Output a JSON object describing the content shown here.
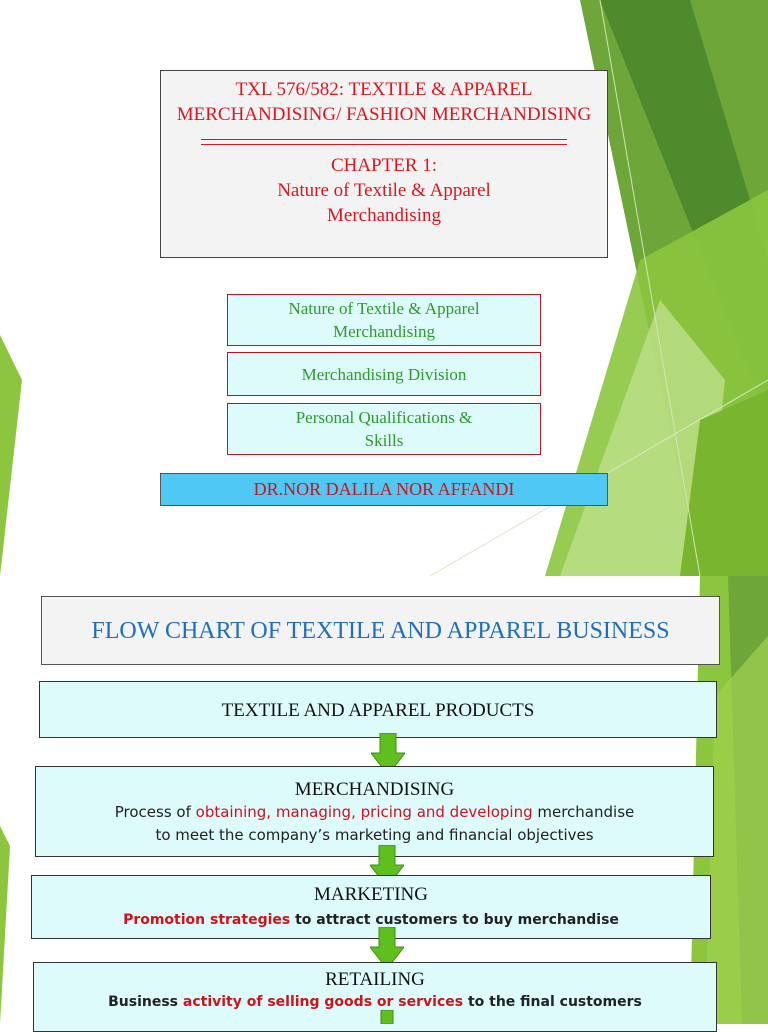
{
  "slide1": {
    "course_title": "TXL 576/582: TEXTILE & APPAREL MERCHANDISING/ FASHION MERCHANDISING",
    "chapter_label": "CHAPTER 1:",
    "chapter_title": "Nature of Textile & Apparel Merchandising",
    "menu": [
      {
        "label": "Nature of Textile & Apparel Merchandising"
      },
      {
        "label": "Merchandising Division"
      },
      {
        "label": "Personal Qualifications & Skills"
      }
    ],
    "author": "DR.NOR DALILA NOR AFFANDI"
  },
  "slide2": {
    "title": "FLOW CHART OF TEXTILE AND APPAREL BUSINESS",
    "steps": [
      {
        "heading": "TEXTILE AND APPAREL PRODUCTS"
      },
      {
        "heading": "MERCHANDISING",
        "desc_1": "Process of ",
        "hl_1": "obtaining,",
        "sep_1": " ",
        "hl_2": "managing,",
        "sep_2": " ",
        "hl_3": "pricing and developing",
        "desc_2": " merchandise",
        "desc_line2": "to meet the company’s marketing  and financial objectives"
      },
      {
        "heading": "MARKETING",
        "hl": "Promotion strategies",
        "desc": " to attract customers to buy merchandise"
      },
      {
        "heading": "RETAILING",
        "desc_pre": "Business ",
        "hl": "activity of selling goods or services",
        "desc_post": " to the final customers"
      }
    ]
  },
  "colors": {
    "title_red": "#e0141e",
    "menu_green": "#2e9a2a",
    "flow_blue": "#1f6fbf",
    "box_fill": "#ddfbfb",
    "author_fill": "#4fc9f3",
    "arrow_green": "#5fbf1f",
    "deco_green": "#7db832"
  }
}
